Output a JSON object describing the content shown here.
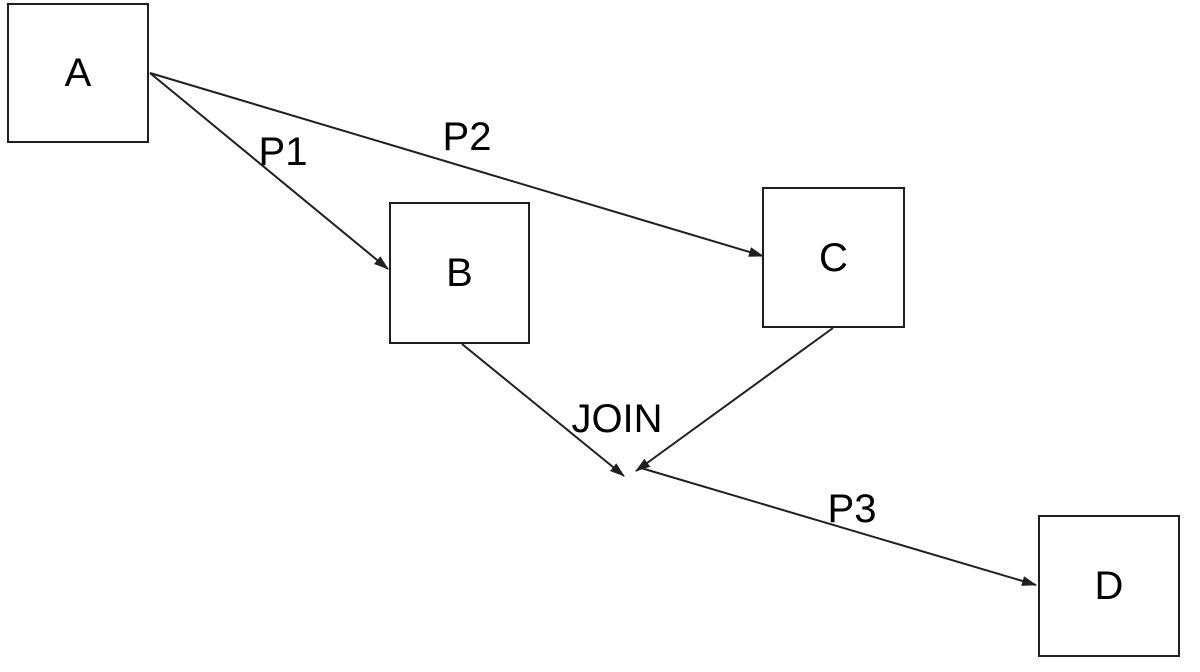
{
  "diagram": {
    "type": "flow-diagram",
    "nodes": {
      "a": {
        "label": "A"
      },
      "b": {
        "label": "B"
      },
      "c": {
        "label": "C"
      },
      "d": {
        "label": "D"
      }
    },
    "edges": {
      "a_to_b": {
        "from": "A",
        "to": "B",
        "label": "P1"
      },
      "a_to_c": {
        "from": "A",
        "to": "C",
        "label": "P2"
      },
      "b_to_join": {
        "from": "B",
        "to": "join-point",
        "label": ""
      },
      "c_to_join": {
        "from": "C",
        "to": "join-point",
        "label": ""
      },
      "join_to_d": {
        "from": "join-point",
        "to": "D",
        "label": "P3"
      }
    },
    "junction_label": "JOIN",
    "colors": {
      "background": "#ffffff",
      "stroke": "#1f1f1f",
      "node_fill": "#ffffff",
      "text": "#000000"
    }
  }
}
